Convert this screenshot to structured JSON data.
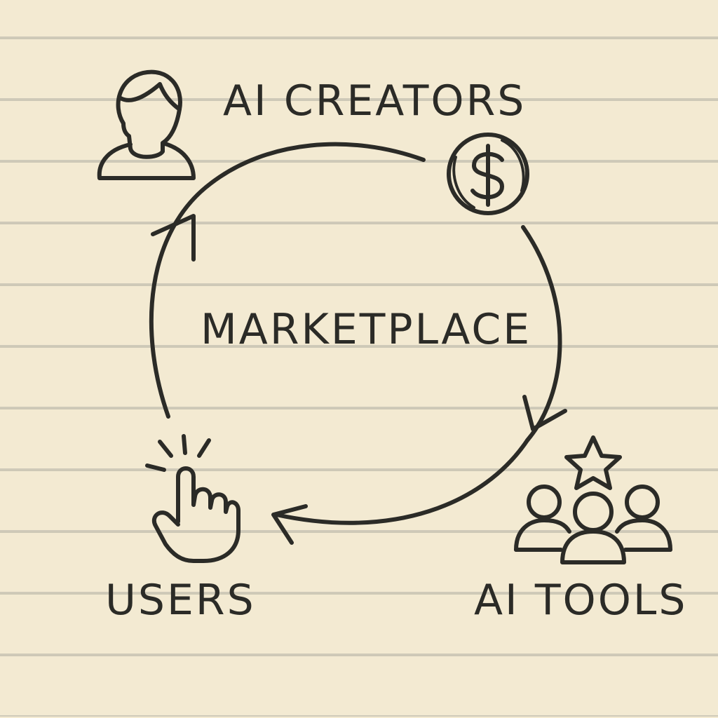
{
  "nodes": {
    "creators": {
      "label": "AI CREATORS",
      "icon": "person-icon"
    },
    "payment": {
      "icon": "dollar-coin-icon"
    },
    "tools": {
      "label": "AI TOOLS",
      "icon": "group-star-icon"
    },
    "users": {
      "label": "USERS",
      "icon": "pointer-hand-icon"
    }
  },
  "center": {
    "label": "MARKETPLACE"
  },
  "colors": {
    "paper": "#f3ead2",
    "ink": "#2b2b27",
    "rule": "#cdc8b6"
  }
}
